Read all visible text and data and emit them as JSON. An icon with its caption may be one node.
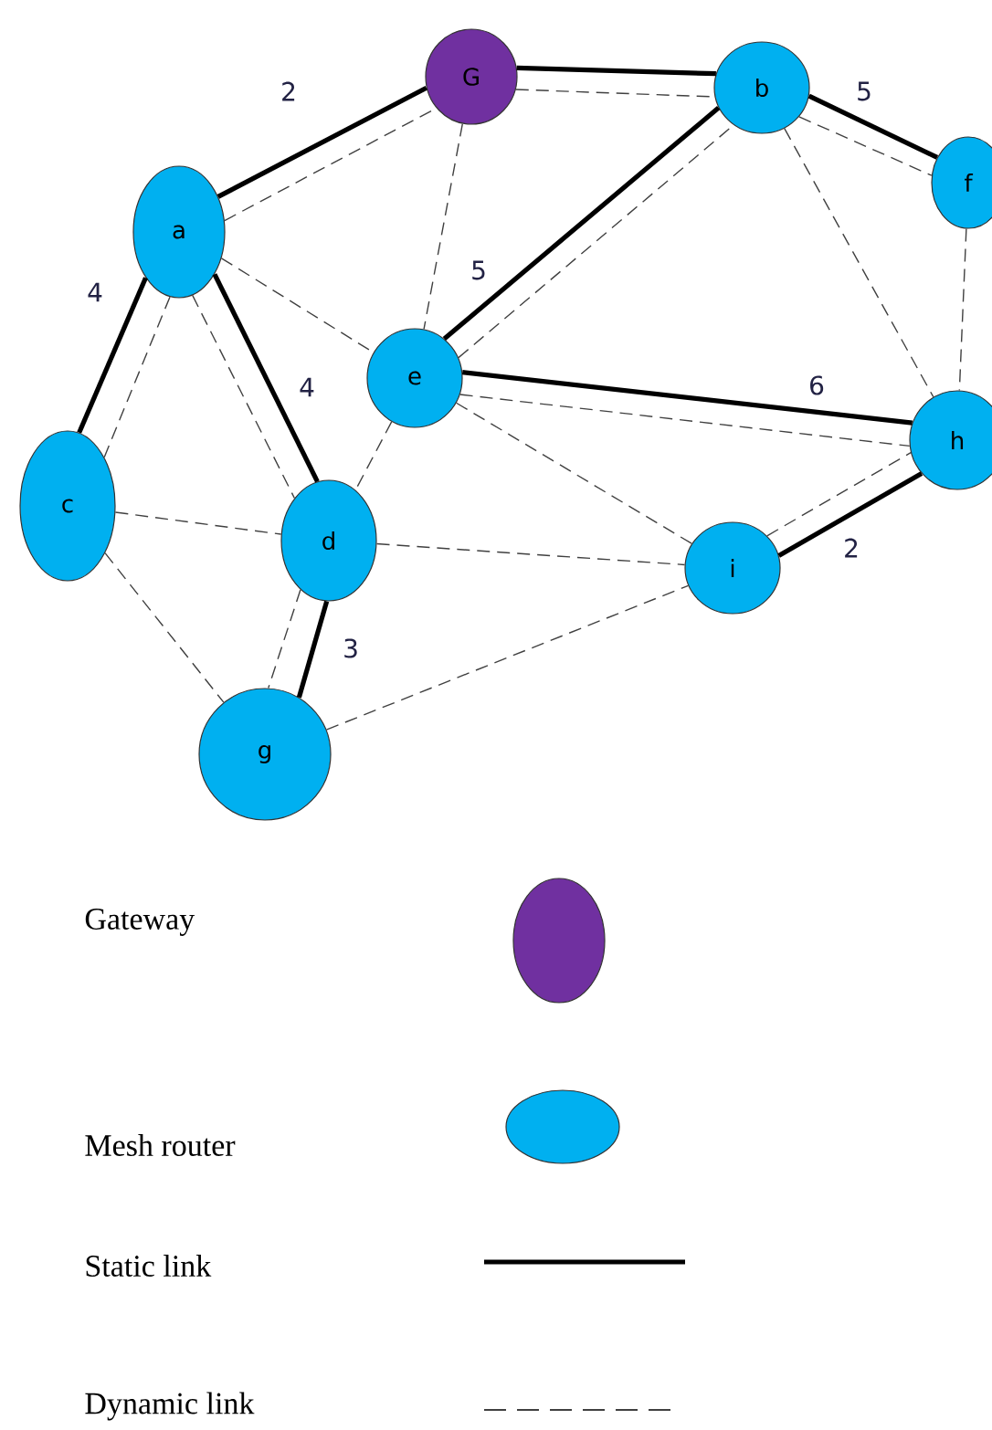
{
  "diagram": {
    "nodes": [
      {
        "text": [
          "G"
        ]
      },
      {
        "text": [
          "a"
        ]
      },
      {
        "text": [
          "b"
        ]
      },
      {
        "text": [
          "f"
        ]
      },
      {
        "text": [
          "e"
        ]
      },
      {
        "text": [
          "c"
        ]
      },
      {
        "text": [
          "d"
        ]
      },
      {
        "text": [
          "h"
        ]
      },
      {
        "text": [
          "i"
        ]
      },
      {
        "text": [
          "g"
        ]
      }
    ],
    "edges": [
      {
        "from": 1,
        "to": 0,
        "arrow": "none",
        "style": "thick",
        "label": "2"
      },
      {
        "from": 1,
        "to": 0,
        "arrow": "none",
        "style": "dashed"
      },
      {
        "from": 0,
        "to": 2,
        "arrow": "none",
        "style": "thick"
      },
      {
        "from": 0,
        "to": 2,
        "arrow": "none",
        "style": "dashed"
      },
      {
        "from": 2,
        "to": 3,
        "arrow": "none",
        "style": "thick",
        "label": "5"
      },
      {
        "from": 2,
        "to": 3,
        "arrow": "none",
        "style": "dashed"
      },
      {
        "from": 1,
        "to": 5,
        "arrow": "none",
        "style": "thick",
        "label": "4"
      },
      {
        "from": 1,
        "to": 5,
        "arrow": "none",
        "style": "dashed"
      },
      {
        "from": 1,
        "to": 6,
        "arrow": "none",
        "style": "thick",
        "label": "4"
      },
      {
        "from": 1,
        "to": 6,
        "arrow": "none",
        "style": "dashed"
      },
      {
        "from": 4,
        "to": 2,
        "arrow": "none",
        "style": "thick",
        "label": "5"
      },
      {
        "from": 4,
        "to": 2,
        "arrow": "none",
        "style": "dashed"
      },
      {
        "from": 4,
        "to": 7,
        "arrow": "none",
        "style": "thick",
        "label": "6"
      },
      {
        "from": 4,
        "to": 7,
        "arrow": "none",
        "style": "dashed"
      },
      {
        "from": 6,
        "to": 9,
        "arrow": "none",
        "style": "thick",
        "label": "3"
      },
      {
        "from": 6,
        "to": 9,
        "arrow": "none",
        "style": "dashed"
      },
      {
        "from": 8,
        "to": 7,
        "arrow": "none",
        "style": "thick",
        "label": "2"
      },
      {
        "from": 8,
        "to": 7,
        "arrow": "none",
        "style": "dashed"
      },
      {
        "from": 0,
        "to": 4,
        "arrow": "none",
        "style": "dashed"
      },
      {
        "from": 1,
        "to": 4,
        "arrow": "none",
        "style": "dashed"
      },
      {
        "from": 4,
        "to": 6,
        "arrow": "none",
        "style": "dashed"
      },
      {
        "from": 5,
        "to": 6,
        "arrow": "none",
        "style": "dashed"
      },
      {
        "from": 5,
        "to": 9,
        "arrow": "none",
        "style": "dashed"
      },
      {
        "from": 6,
        "to": 8,
        "arrow": "none",
        "style": "dashed"
      },
      {
        "from": 4,
        "to": 8,
        "arrow": "none",
        "style": "dashed"
      },
      {
        "from": 2,
        "to": 7,
        "arrow": "none",
        "style": "dashed"
      },
      {
        "from": 3,
        "to": 7,
        "arrow": "none",
        "style": "dashed"
      },
      {
        "from": 9,
        "to": 8,
        "arrow": "none",
        "style": "dashed"
      }
    ],
    "legend": [
      {
        "text": "Gateway",
        "color": "#7030a0"
      },
      {
        "text": "Mesh router",
        "color": "#00b0f0"
      },
      {
        "text": "Static link"
      },
      {
        "text": "Dynamic link"
      }
    ]
  }
}
